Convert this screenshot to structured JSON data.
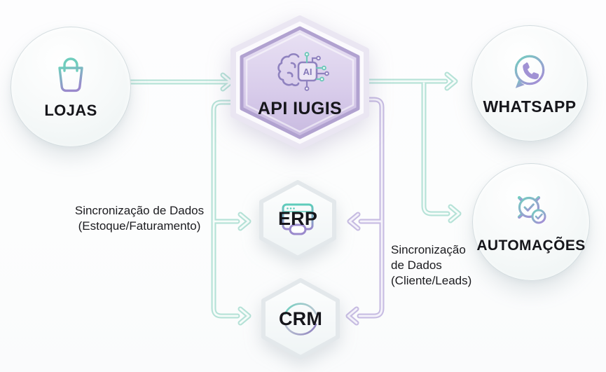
{
  "diagram": {
    "title_hint": "API integration flow diagram",
    "colors": {
      "teal_line_outer": "#b5e2d7",
      "teal_line_inner": "#f6fcfa",
      "purple_line_outer": "#c7bce2",
      "purple_line_inner": "#f5f3fb",
      "hex_fill_top": "#e8e1f4",
      "hex_fill_bottom": "#cabce2",
      "hex_border": "#b1a2d0",
      "icon_teal": "#6fcdbd",
      "icon_purple": "#9a89cc",
      "label_dark": "#16161b"
    }
  },
  "nodes": {
    "lojas": {
      "label": "LOJAS",
      "icon": "shopping-bag-icon"
    },
    "api": {
      "label": "API IUGIS",
      "icon": "ai-brain-chip-icon",
      "chip_text": "AI"
    },
    "whatsapp": {
      "label": "WHATSAPP",
      "icon": "whatsapp-icon"
    },
    "automacoes": {
      "label": "AUTOMAÇÕES",
      "icon": "gear-check-icon"
    },
    "erp": {
      "label": "ERP",
      "icon": "browser-window-icon"
    },
    "crm": {
      "label": "CRM",
      "icon": "sync-arcs-icon"
    }
  },
  "annotations": {
    "sync_left": {
      "lines": [
        "Sincronização de Dados",
        "(Estoque/Faturamento)"
      ]
    },
    "sync_right": {
      "lines": [
        "Sincronização",
        "de Dados",
        "(Cliente/Leads)"
      ]
    }
  }
}
